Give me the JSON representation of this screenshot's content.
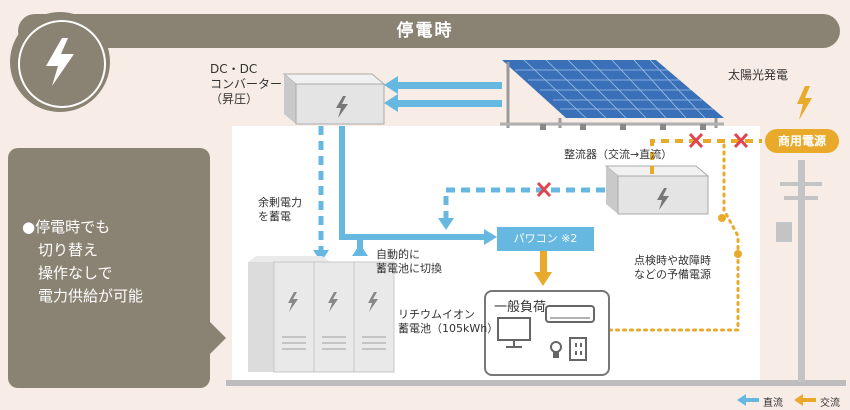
{
  "header": {
    "title": "停電時"
  },
  "message": {
    "lines": [
      "●停電時でも",
      "切り替え",
      "操作なしで",
      "電力供給が可能"
    ]
  },
  "labels": {
    "dcdc": [
      "DC・DC",
      "コンバーター",
      "（昇圧）"
    ],
    "solar": "太陽光発電",
    "grid": "商用電源",
    "rectifier": "整流器（交流→直流）",
    "surplus": [
      "余剰電力",
      "を蓄電"
    ],
    "auto_switch": [
      "自動的に",
      "蓄電池に切換"
    ],
    "pcs": "パワコン ※2",
    "battery": [
      "リチウムイオン",
      "蓄電池（105kWh）"
    ],
    "load": "一般負荷",
    "backup": [
      "点検時や故障時",
      "などの予備電源"
    ]
  },
  "legend": {
    "dc": "直流",
    "ac": "交流"
  },
  "colors": {
    "dc": "#67b8e0",
    "ac": "#e9a92b",
    "accent": "#8a8272",
    "blocked": "#e0464f"
  }
}
